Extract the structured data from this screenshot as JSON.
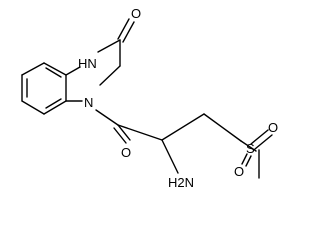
{
  "atoms": {
    "carbonyl_o_top": "O",
    "amide_nh": "HN",
    "ring_n": "N",
    "carbonyl_o_bottom": "O",
    "amine": "H2N",
    "sulfur": "S",
    "sulfonyl_o_right": "O",
    "sulfonyl_o_bottom": "O"
  },
  "colors": {
    "bond": "#000000",
    "background": "#ffffff"
  }
}
